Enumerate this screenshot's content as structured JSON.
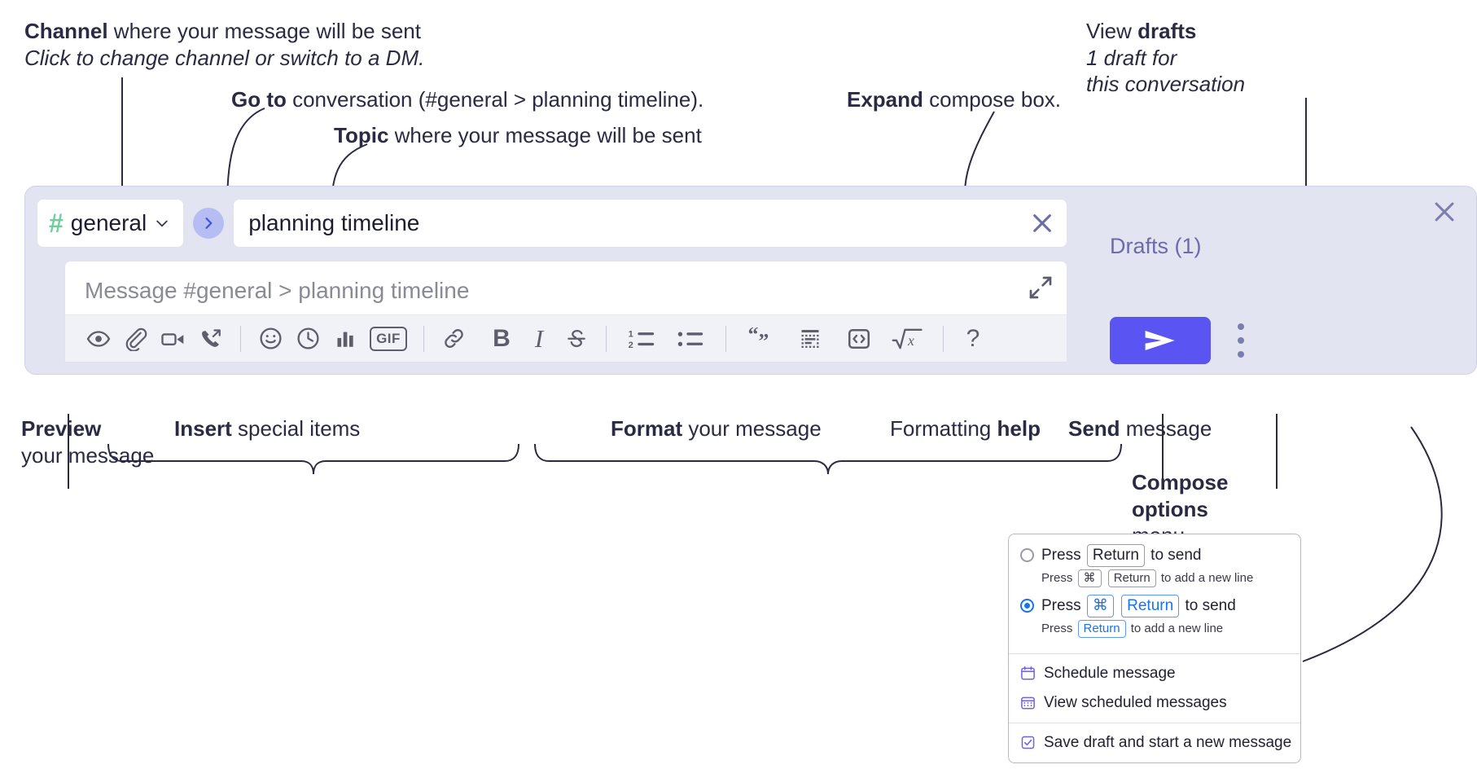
{
  "annotations": {
    "channel": {
      "bold": "Channel",
      "rest": " where your message will be sent",
      "sub": "Click to change channel or switch to a DM."
    },
    "goto": {
      "bold": "Go to",
      "rest": " conversation (#general > planning timeline)."
    },
    "topic": {
      "bold": "Topic",
      "rest": " where your message will be sent"
    },
    "expand": {
      "bold": "Expand",
      "rest": " compose box."
    },
    "drafts": {
      "bold_prefix": "View ",
      "bold": "drafts",
      "sub1": "1 draft for",
      "sub2": "this conversation"
    },
    "preview": {
      "bold": "Preview",
      "line2": "your message"
    },
    "insert": {
      "bold": "Insert",
      "rest": " special items"
    },
    "format": {
      "bold": "Format",
      "rest": " your message"
    },
    "formatting_help": {
      "pre": "Formatting ",
      "bold": "help"
    },
    "send": {
      "bold": "Send",
      "rest": " message"
    },
    "compose_options": {
      "bold1": "Compose",
      "bold2": "options",
      "rest": "menu"
    }
  },
  "compose": {
    "channel_name": "general",
    "channel_hash": "#",
    "topic_value": "planning timeline",
    "message_placeholder": "Message #general > planning timeline",
    "drafts_label": "Drafts (1)",
    "goto_icon": "chevron-right-icon",
    "clear_icon": "close-icon",
    "expand_icon": "expand-icon",
    "panel_close_icon": "close-icon",
    "send_icon": "send-paper-plane-icon"
  },
  "toolbar": {
    "items": [
      {
        "name": "preview-icon",
        "label": "Preview"
      },
      {
        "name": "attachment-paperclip-icon",
        "label": "Attach file"
      },
      {
        "name": "video-camera-icon",
        "label": "Video clip"
      },
      {
        "name": "phone-call-icon",
        "label": "Call"
      },
      {
        "name": "emoji-smiley-icon",
        "label": "Emoji"
      },
      {
        "name": "clock-icon",
        "label": "Reminder"
      },
      {
        "name": "bar-chart-icon",
        "label": "Poll"
      },
      {
        "name": "gif-icon",
        "label": "GIF"
      },
      {
        "name": "link-icon",
        "label": "Link"
      },
      {
        "name": "bold-icon",
        "label": "B"
      },
      {
        "name": "italic-icon",
        "label": "I"
      },
      {
        "name": "strikethrough-icon",
        "label": "S"
      },
      {
        "name": "ordered-list-icon",
        "label": "Ordered list"
      },
      {
        "name": "bullet-list-icon",
        "label": "Bullet list"
      },
      {
        "name": "blockquote-icon",
        "label": "Blockquote"
      },
      {
        "name": "code-block-icon",
        "label": "Code block"
      },
      {
        "name": "inline-code-icon",
        "label": "Inline code"
      },
      {
        "name": "math-latex-icon",
        "label": "Math"
      },
      {
        "name": "formatting-help-icon",
        "label": "?"
      }
    ],
    "gif_label": "GIF",
    "bold_label": "B",
    "italic_label": "I",
    "strike_label": "S",
    "help_label": "?",
    "ol_top": "1",
    "ol_bottom": "2"
  },
  "options_menu": {
    "option1": {
      "selected": false,
      "pre": "Press",
      "key": "Return",
      "post": "to send",
      "sub_pre": "Press",
      "sub_key1": "⌘",
      "sub_key2": "Return",
      "sub_post": "to add a new line"
    },
    "option2": {
      "selected": true,
      "pre": "Press",
      "key1": "⌘",
      "key2": "Return",
      "post": "to send",
      "sub_pre": "Press",
      "sub_key": "Return",
      "sub_post": "to add a new line"
    },
    "items": [
      {
        "icon": "calendar-schedule-icon",
        "label": "Schedule message"
      },
      {
        "icon": "calendar-grid-icon",
        "label": "View scheduled messages"
      },
      {
        "icon": "save-draft-icon",
        "label": "Save draft and start a new message"
      }
    ]
  },
  "colors": {
    "panel_bg": "#e3e4f1",
    "send_purple": "#5a55f2",
    "channel_green": "#6fce9b",
    "goto_blue": "#3b55d9",
    "goto_bubble": "#b6bdf2",
    "drafts_text": "#6b6ca8",
    "accent_blue": "#1a73e8",
    "menu_icon_purple": "#6f63e0",
    "anno_text": "#2b2a43"
  }
}
